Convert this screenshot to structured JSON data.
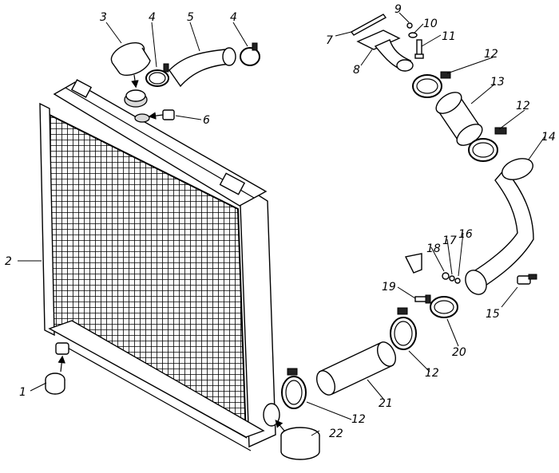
{
  "diagram": {
    "type": "exploded-assembly-drawing",
    "callouts": [
      {
        "id": "c1",
        "text": "1"
      },
      {
        "id": "c2",
        "text": "2"
      },
      {
        "id": "c3",
        "text": "3"
      },
      {
        "id": "c4a",
        "text": "4"
      },
      {
        "id": "c4b",
        "text": "4"
      },
      {
        "id": "c5",
        "text": "5"
      },
      {
        "id": "c6",
        "text": "6"
      },
      {
        "id": "c7",
        "text": "7"
      },
      {
        "id": "c8",
        "text": "8"
      },
      {
        "id": "c9",
        "text": "9"
      },
      {
        "id": "c10",
        "text": "10"
      },
      {
        "id": "c11",
        "text": "11"
      },
      {
        "id": "c12a",
        "text": "12"
      },
      {
        "id": "c12b",
        "text": "12"
      },
      {
        "id": "c12c",
        "text": "12"
      },
      {
        "id": "c12d",
        "text": "12"
      },
      {
        "id": "c13",
        "text": "13"
      },
      {
        "id": "c14",
        "text": "14"
      },
      {
        "id": "c15",
        "text": "15"
      },
      {
        "id": "c16",
        "text": "16"
      },
      {
        "id": "c17",
        "text": "17"
      },
      {
        "id": "c18",
        "text": "18"
      },
      {
        "id": "c19",
        "text": "19"
      },
      {
        "id": "c20",
        "text": "20"
      },
      {
        "id": "c21",
        "text": "21"
      },
      {
        "id": "c22",
        "text": "22"
      }
    ],
    "colors": {
      "ink": "#000000",
      "paper": "#ffffff",
      "shade": "#d9d9d9"
    }
  }
}
